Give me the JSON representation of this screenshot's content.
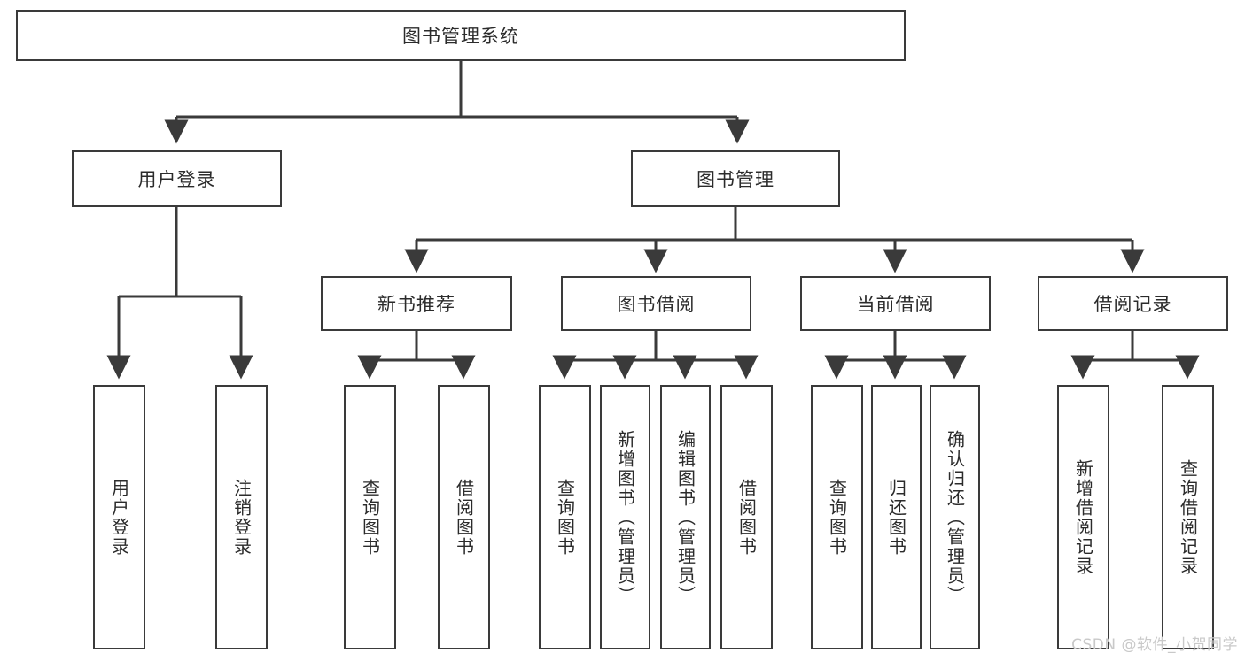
{
  "diagram": {
    "title_box": {
      "label": "图书管理系统"
    },
    "level2": [
      {
        "id": "user-login",
        "label": "用户登录"
      },
      {
        "id": "book-manage",
        "label": "图书管理"
      }
    ],
    "level3": [
      {
        "id": "new-book-recommend",
        "label": "新书推荐"
      },
      {
        "id": "book-borrow",
        "label": "图书借阅"
      },
      {
        "id": "current-borrow",
        "label": "当前借阅"
      },
      {
        "id": "borrow-record",
        "label": "借阅记录"
      }
    ],
    "leaves": {
      "user_login": [
        {
          "id": "leaf-user-login",
          "label": "用户登录"
        },
        {
          "id": "leaf-logout-login",
          "label": "注销登录"
        }
      ],
      "new_book_recommend": [
        {
          "id": "leaf-query-book-1",
          "label": "查询图书"
        },
        {
          "id": "leaf-borrow-book-1",
          "label": "借阅图书"
        }
      ],
      "book_borrow": [
        {
          "id": "leaf-query-book-2",
          "label": "查询图书"
        },
        {
          "id": "leaf-add-book",
          "label": "新增图书（管理员）"
        },
        {
          "id": "leaf-edit-book",
          "label": "编辑图书（管理员）"
        },
        {
          "id": "leaf-borrow-book-2",
          "label": "借阅图书"
        }
      ],
      "current_borrow": [
        {
          "id": "leaf-query-book-3",
          "label": "查询图书"
        },
        {
          "id": "leaf-return-book",
          "label": "归还图书"
        },
        {
          "id": "leaf-confirm-return",
          "label": "确认归还（管理员）"
        }
      ],
      "borrow_record": [
        {
          "id": "leaf-add-record",
          "label": "新增借阅记录"
        },
        {
          "id": "leaf-query-record",
          "label": "查询借阅记录"
        }
      ]
    },
    "watermark": "CSDN @软件_小贺同学",
    "colors": {
      "line": "#3a3a3a",
      "box_border": "#3a3a3a",
      "box_fill": "#ffffff",
      "text": "#2b2b2b",
      "watermark": "#c9c9c9",
      "background": "#ffffff"
    }
  }
}
